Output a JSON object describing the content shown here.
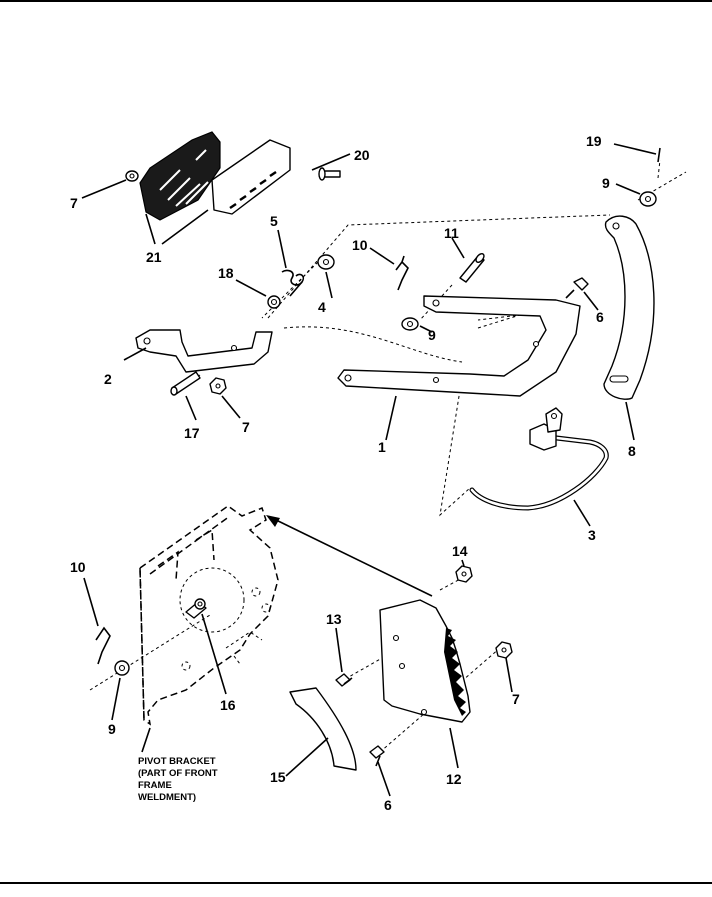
{
  "callouts": {
    "p1": "1",
    "p2": "2",
    "p3": "3",
    "p4": "4",
    "p5": "5",
    "p6a": "6",
    "p6b": "6",
    "p7a": "7",
    "p7b": "7",
    "p7c": "7",
    "p8": "8",
    "p9a": "9",
    "p9b": "9",
    "p9c": "9",
    "p10a": "10",
    "p10b": "10",
    "p11": "11",
    "p12": "12",
    "p13": "13",
    "p14": "14",
    "p15": "15",
    "p16": "16",
    "p17": "17",
    "p18": "18",
    "p19": "19",
    "p20": "20",
    "p21": "21"
  },
  "note": {
    "line1": "PIVOT BRACKET",
    "line2": "(PART OF FRONT",
    "line3": "FRAME",
    "line4": "WELDMENT)"
  }
}
